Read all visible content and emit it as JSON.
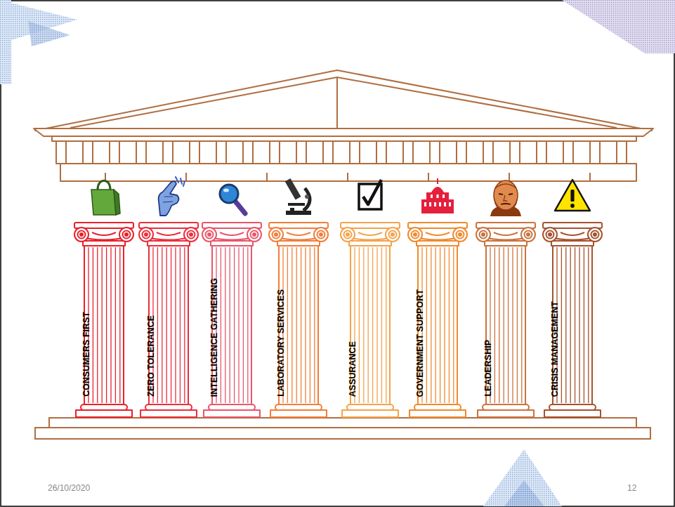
{
  "diagram": {
    "nodes": [
      {
        "text": [
          "CONSUMERS FIRST"
        ]
      },
      {
        "text": [
          "ZERO TOLERANCE"
        ]
      },
      {
        "text": [
          "INTELLIGENCE GATHERING"
        ]
      },
      {
        "text": [
          "LABORATORY SERVICES"
        ]
      },
      {
        "text": [
          "ASSURANCE"
        ]
      },
      {
        "text": [
          "GOVERNMENT SUPPORT"
        ]
      },
      {
        "text": [
          "LEADERSHIP"
        ]
      },
      {
        "text": [
          "CRISIS MANAGEMENT"
        ]
      }
    ],
    "labels": [
      "26/10/2020",
      "12"
    ]
  }
}
